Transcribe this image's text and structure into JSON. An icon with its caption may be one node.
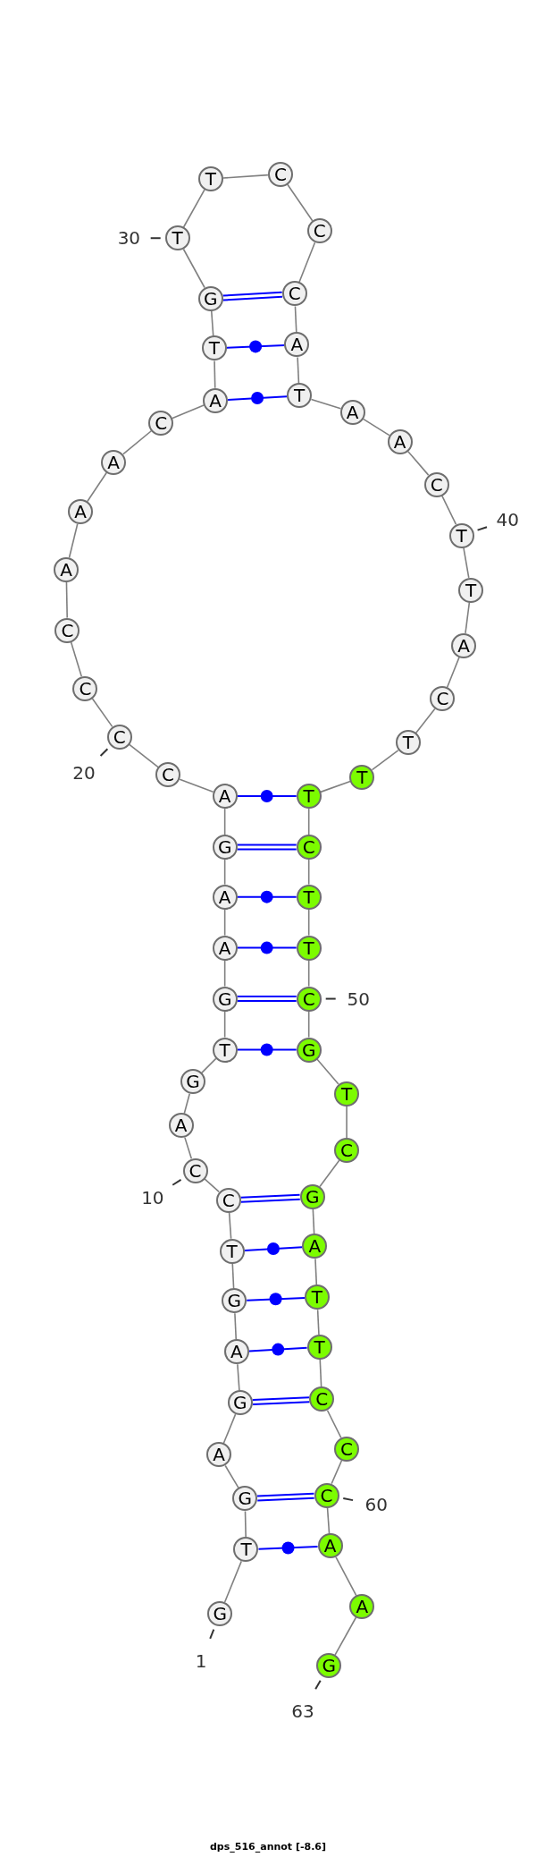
{
  "diagram": {
    "caption": "dps_516_annot [-8.6]",
    "nodes": [
      {
        "text": [
          "G"
        ],
        "beside": [
          "1"
        ]
      },
      {
        "text": [
          "T"
        ]
      },
      {
        "text": [
          "G"
        ]
      },
      {
        "text": [
          "A"
        ]
      },
      {
        "text": [
          "G"
        ]
      },
      {
        "text": [
          "A"
        ]
      },
      {
        "text": [
          "G"
        ]
      },
      {
        "text": [
          "T"
        ]
      },
      {
        "text": [
          "C"
        ]
      },
      {
        "text": [
          "C"
        ],
        "beside": [
          "10"
        ]
      },
      {
        "text": [
          "A"
        ]
      },
      {
        "text": [
          "G"
        ]
      },
      {
        "text": [
          "T"
        ]
      },
      {
        "text": [
          "G"
        ]
      },
      {
        "text": [
          "A"
        ]
      },
      {
        "text": [
          "A"
        ]
      },
      {
        "text": [
          "G"
        ]
      },
      {
        "text": [
          "A"
        ]
      },
      {
        "text": [
          "C"
        ]
      },
      {
        "text": [
          "C"
        ],
        "beside": [
          "20"
        ]
      },
      {
        "text": [
          "C"
        ]
      },
      {
        "text": [
          "C"
        ]
      },
      {
        "text": [
          "A"
        ]
      },
      {
        "text": [
          "A"
        ]
      },
      {
        "text": [
          "A"
        ]
      },
      {
        "text": [
          "C"
        ]
      },
      {
        "text": [
          "A"
        ]
      },
      {
        "text": [
          "T"
        ]
      },
      {
        "text": [
          "G"
        ]
      },
      {
        "text": [
          "T"
        ],
        "beside": [
          "30"
        ]
      },
      {
        "text": [
          "T"
        ]
      },
      {
        "text": [
          "C"
        ]
      },
      {
        "text": [
          "C"
        ]
      },
      {
        "text": [
          "C"
        ]
      },
      {
        "text": [
          "A"
        ]
      },
      {
        "text": [
          "T"
        ]
      },
      {
        "text": [
          "A"
        ]
      },
      {
        "text": [
          "A"
        ]
      },
      {
        "text": [
          "C"
        ]
      },
      {
        "text": [
          "T"
        ],
        "beside": [
          "40"
        ]
      },
      {
        "text": [
          "T"
        ]
      },
      {
        "text": [
          "A"
        ]
      },
      {
        "text": [
          "C"
        ]
      },
      {
        "text": [
          "T"
        ]
      },
      {
        "text": [
          "T"
        ]
      },
      {
        "text": [
          "T"
        ]
      },
      {
        "text": [
          "C"
        ]
      },
      {
        "text": [
          "T"
        ]
      },
      {
        "text": [
          "T"
        ]
      },
      {
        "text": [
          "C"
        ],
        "beside": [
          "50"
        ]
      },
      {
        "text": [
          "G"
        ]
      },
      {
        "text": [
          "T"
        ]
      },
      {
        "text": [
          "C"
        ]
      },
      {
        "text": [
          "G"
        ]
      },
      {
        "text": [
          "A"
        ]
      },
      {
        "text": [
          "T"
        ]
      },
      {
        "text": [
          "T"
        ]
      },
      {
        "text": [
          "C"
        ]
      },
      {
        "text": [
          "C"
        ]
      },
      {
        "text": [
          "C"
        ],
        "beside": [
          "60"
        ]
      },
      {
        "text": [
          "A"
        ]
      },
      {
        "text": [
          "A"
        ]
      },
      {
        "text": [
          "G"
        ],
        "beside": [
          "63"
        ]
      }
    ],
    "edges": [
      {
        "from": 0,
        "to": 1,
        "arrow": "none"
      },
      {
        "from": 1,
        "to": 2,
        "arrow": "none"
      },
      {
        "from": 2,
        "to": 3,
        "arrow": "none"
      },
      {
        "from": 3,
        "to": 4,
        "arrow": "none"
      },
      {
        "from": 4,
        "to": 5,
        "arrow": "none"
      },
      {
        "from": 5,
        "to": 6,
        "arrow": "none"
      },
      {
        "from": 6,
        "to": 7,
        "arrow": "none"
      },
      {
        "from": 7,
        "to": 8,
        "arrow": "none"
      },
      {
        "from": 8,
        "to": 9,
        "arrow": "none"
      },
      {
        "from": 9,
        "to": 10,
        "arrow": "none"
      },
      {
        "from": 10,
        "to": 11,
        "arrow": "none"
      },
      {
        "from": 11,
        "to": 12,
        "arrow": "none"
      },
      {
        "from": 12,
        "to": 13,
        "arrow": "none"
      },
      {
        "from": 13,
        "to": 14,
        "arrow": "none"
      },
      {
        "from": 14,
        "to": 15,
        "arrow": "none"
      },
      {
        "from": 15,
        "to": 16,
        "arrow": "none"
      },
      {
        "from": 16,
        "to": 17,
        "arrow": "none"
      },
      {
        "from": 17,
        "to": 18,
        "arrow": "none"
      },
      {
        "from": 18,
        "to": 19,
        "arrow": "none"
      },
      {
        "from": 19,
        "to": 20,
        "arrow": "none"
      },
      {
        "from": 20,
        "to": 21,
        "arrow": "none"
      },
      {
        "from": 21,
        "to": 22,
        "arrow": "none"
      },
      {
        "from": 22,
        "to": 23,
        "arrow": "none"
      },
      {
        "from": 23,
        "to": 24,
        "arrow": "none"
      },
      {
        "from": 24,
        "to": 25,
        "arrow": "none"
      },
      {
        "from": 25,
        "to": 26,
        "arrow": "none"
      },
      {
        "from": 26,
        "to": 27,
        "arrow": "none"
      },
      {
        "from": 27,
        "to": 28,
        "arrow": "none"
      },
      {
        "from": 28,
        "to": 29,
        "arrow": "none"
      },
      {
        "from": 29,
        "to": 30,
        "arrow": "none"
      },
      {
        "from": 30,
        "to": 31,
        "arrow": "none"
      },
      {
        "from": 31,
        "to": 32,
        "arrow": "none"
      },
      {
        "from": 32,
        "to": 33,
        "arrow": "none"
      },
      {
        "from": 33,
        "to": 34,
        "arrow": "none"
      },
      {
        "from": 34,
        "to": 35,
        "arrow": "none"
      },
      {
        "from": 35,
        "to": 36,
        "arrow": "none"
      },
      {
        "from": 36,
        "to": 37,
        "arrow": "none"
      },
      {
        "from": 37,
        "to": 38,
        "arrow": "none"
      },
      {
        "from": 38,
        "to": 39,
        "arrow": "none"
      },
      {
        "from": 39,
        "to": 40,
        "arrow": "none"
      },
      {
        "from": 40,
        "to": 41,
        "arrow": "none"
      },
      {
        "from": 41,
        "to": 42,
        "arrow": "none"
      },
      {
        "from": 42,
        "to": 43,
        "arrow": "none"
      },
      {
        "from": 43,
        "to": 44,
        "arrow": "none"
      },
      {
        "from": 44,
        "to": 45,
        "arrow": "none"
      },
      {
        "from": 45,
        "to": 46,
        "arrow": "none"
      },
      {
        "from": 46,
        "to": 47,
        "arrow": "none"
      },
      {
        "from": 47,
        "to": 48,
        "arrow": "none"
      },
      {
        "from": 48,
        "to": 49,
        "arrow": "none"
      },
      {
        "from": 49,
        "to": 50,
        "arrow": "none"
      },
      {
        "from": 50,
        "to": 51,
        "arrow": "none"
      },
      {
        "from": 51,
        "to": 52,
        "arrow": "none"
      },
      {
        "from": 52,
        "to": 53,
        "arrow": "none"
      },
      {
        "from": 53,
        "to": 54,
        "arrow": "none"
      },
      {
        "from": 54,
        "to": 55,
        "arrow": "none"
      },
      {
        "from": 55,
        "to": 56,
        "arrow": "none"
      },
      {
        "from": 56,
        "to": 57,
        "arrow": "none"
      },
      {
        "from": 57,
        "to": 58,
        "arrow": "none"
      },
      {
        "from": 58,
        "to": 59,
        "arrow": "none"
      },
      {
        "from": 59,
        "to": 60,
        "arrow": "none"
      },
      {
        "from": 60,
        "to": 61,
        "arrow": "none"
      },
      {
        "from": 61,
        "to": 62,
        "arrow": "none"
      },
      {
        "from": 26,
        "to": 35,
        "arrow": "none",
        "color": "#0000ff"
      },
      {
        "from": 27,
        "to": 34,
        "arrow": "none",
        "color": "#0000ff"
      },
      {
        "from": 28,
        "to": 33,
        "arrow": "none",
        "color": "#0000ff"
      },
      {
        "from": 28,
        "to": 33,
        "arrow": "none",
        "color": "#0000ff"
      },
      {
        "from": 17,
        "to": 45,
        "arrow": "none",
        "color": "#0000ff"
      },
      {
        "from": 16,
        "to": 46,
        "arrow": "none",
        "color": "#0000ff"
      },
      {
        "from": 16,
        "to": 46,
        "arrow": "none",
        "color": "#0000ff"
      },
      {
        "from": 15,
        "to": 47,
        "arrow": "none",
        "color": "#0000ff"
      },
      {
        "from": 14,
        "to": 48,
        "arrow": "none",
        "color": "#0000ff"
      },
      {
        "from": 13,
        "to": 49,
        "arrow": "none",
        "color": "#0000ff"
      },
      {
        "from": 13,
        "to": 49,
        "arrow": "none",
        "color": "#0000ff"
      },
      {
        "from": 12,
        "to": 50,
        "arrow": "none",
        "color": "#0000ff"
      },
      {
        "from": 8,
        "to": 53,
        "arrow": "none",
        "color": "#0000ff"
      },
      {
        "from": 8,
        "to": 53,
        "arrow": "none",
        "color": "#0000ff"
      },
      {
        "from": 7,
        "to": 54,
        "arrow": "none",
        "color": "#0000ff"
      },
      {
        "from": 6,
        "to": 55,
        "arrow": "none",
        "color": "#0000ff"
      },
      {
        "from": 5,
        "to": 56,
        "arrow": "none",
        "color": "#0000ff"
      },
      {
        "from": 4,
        "to": 57,
        "arrow": "none",
        "color": "#0000ff"
      },
      {
        "from": 4,
        "to": 57,
        "arrow": "none",
        "color": "#0000ff"
      },
      {
        "from": 2,
        "to": 59,
        "arrow": "none",
        "color": "#0000ff"
      },
      {
        "from": 2,
        "to": 59,
        "arrow": "none",
        "color": "#0000ff"
      },
      {
        "from": 1,
        "to": 60,
        "arrow": "none",
        "color": "#0000ff"
      }
    ]
  }
}
